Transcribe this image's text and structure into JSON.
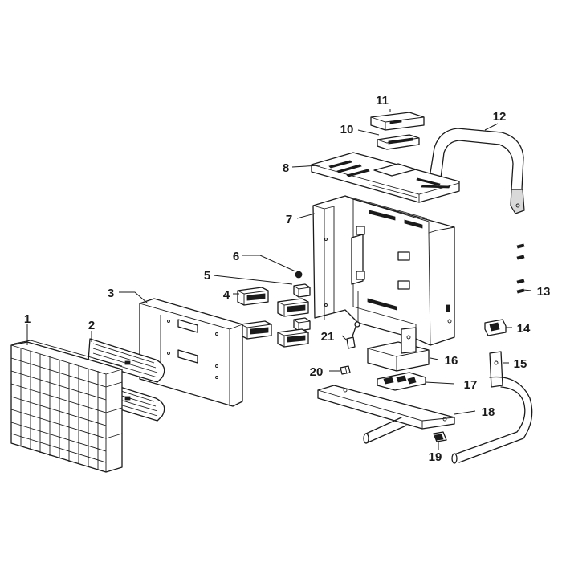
{
  "callouts": [
    {
      "id": "c1",
      "label": "1"
    },
    {
      "id": "c2",
      "label": "2"
    },
    {
      "id": "c3",
      "label": "3"
    },
    {
      "id": "c4",
      "label": "4"
    },
    {
      "id": "c5",
      "label": "5"
    },
    {
      "id": "c6",
      "label": "6"
    },
    {
      "id": "c7",
      "label": "7"
    },
    {
      "id": "c8",
      "label": "8"
    },
    {
      "id": "c10",
      "label": "10"
    },
    {
      "id": "c11",
      "label": "11"
    },
    {
      "id": "c12",
      "label": "12"
    },
    {
      "id": "c13",
      "label": "13"
    },
    {
      "id": "c14",
      "label": "14"
    },
    {
      "id": "c15",
      "label": "15"
    },
    {
      "id": "c16",
      "label": "16"
    },
    {
      "id": "c17",
      "label": "17"
    },
    {
      "id": "c18",
      "label": "18"
    },
    {
      "id": "c19",
      "label": "19"
    },
    {
      "id": "c20",
      "label": "20"
    },
    {
      "id": "c21",
      "label": "21"
    }
  ]
}
